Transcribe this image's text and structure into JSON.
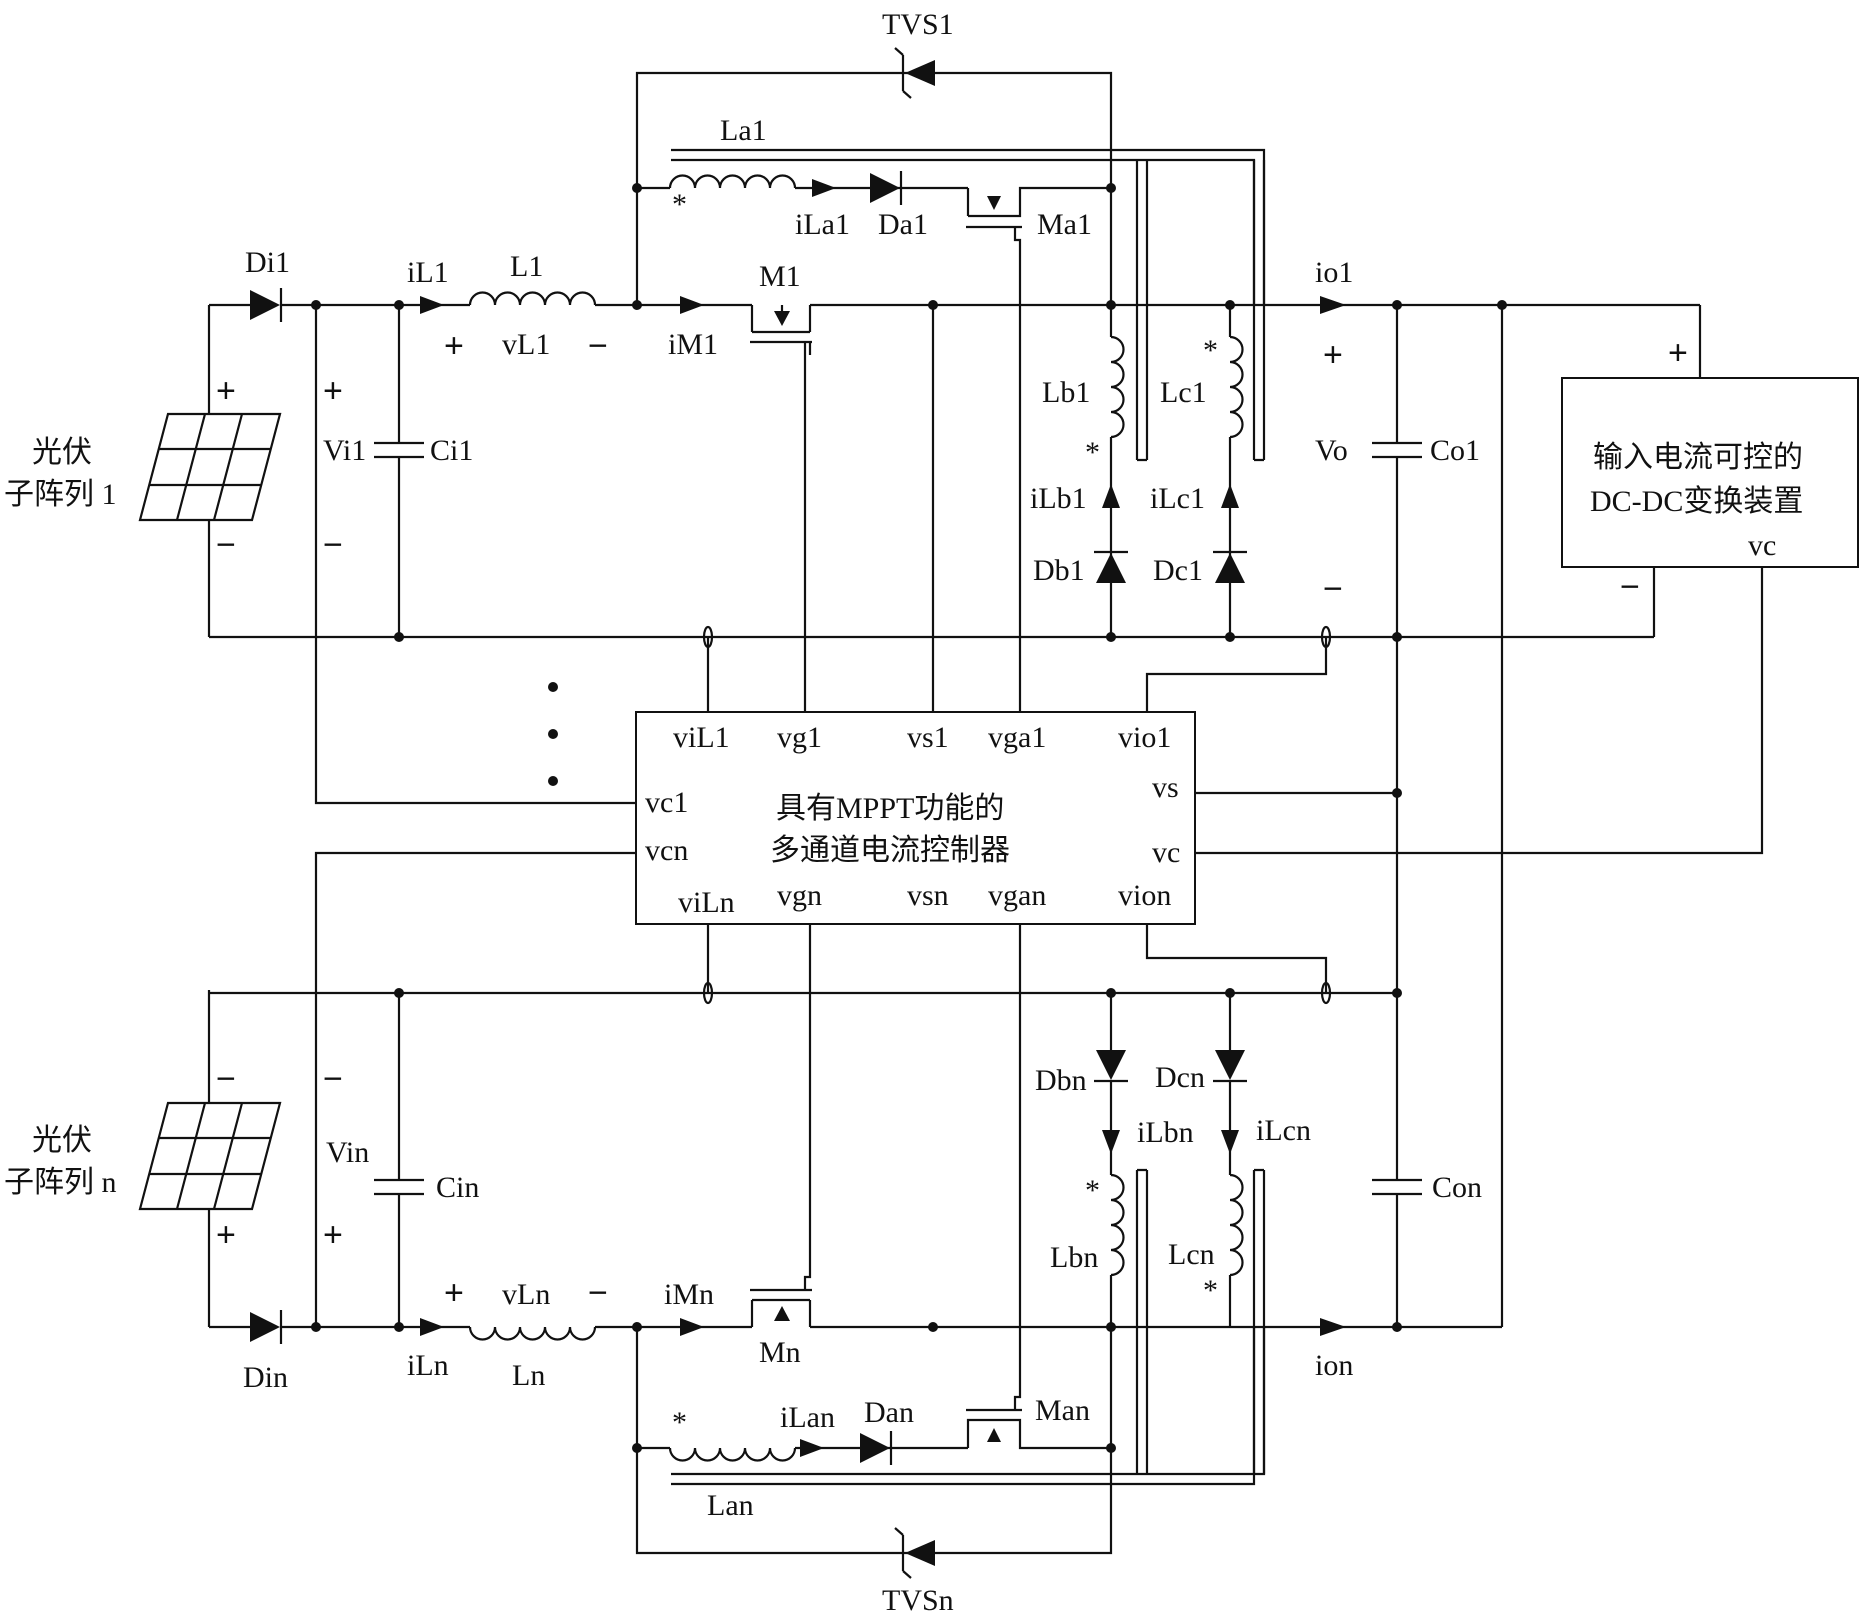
{
  "labels": {
    "tvs1": "TVS1",
    "tvsn": "TVSn",
    "la1": "La1",
    "lan": "Lan",
    "ila1": "iLa1",
    "da1": "Da1",
    "ma1": "Ma1",
    "ilan": "iLan",
    "dan": "Dan",
    "man": "Man",
    "di1": "Di1",
    "din": "Din",
    "il1": "iL1",
    "l1": "L1",
    "vl1": "vL1",
    "m1": "M1",
    "im1": "iM1",
    "iln": "iLn",
    "ln": "Ln",
    "vln": "vLn",
    "mn": "Mn",
    "imn": "iMn",
    "vi1": "Vi1",
    "ci1": "Ci1",
    "vin": "Vin",
    "cin": "Cin",
    "pv1_line1": "光伏",
    "pv1_line2": "子阵列 1",
    "pvn_line1": "光伏",
    "pvn_line2": "子阵列 n",
    "lb1": "Lb1",
    "lc1": "Lc1",
    "ilb1": "iLb1",
    "ilc1": "iLc1",
    "db1": "Db1",
    "dc1": "Dc1",
    "lbn": "Lbn",
    "lcn": "Lcn",
    "ilbn": "iLbn",
    "ilcn": "iLcn",
    "dbn": "Dbn",
    "dcn": "Dcn",
    "io1": "io1",
    "ion": "ion",
    "vo": "Vo",
    "co1": "Co1",
    "con": "Con",
    "plus": "+",
    "minus": "−",
    "star": "*"
  },
  "dcdc": {
    "line1": "输入电流可控的",
    "line2": "DC-DC变换装置",
    "pin_vc": "vc"
  },
  "controller": {
    "line1": "具有MPPT功能的",
    "line2": "多通道电流控制器",
    "pins": {
      "vil1": "viL1",
      "vg1": "vg1",
      "vs1": "vs1",
      "vga1": "vga1",
      "vio1": "vio1",
      "vc1": "vc1",
      "vcn": "vcn",
      "vs": "vs",
      "vc": "vc",
      "viln": "viLn",
      "vgn": "vgn",
      "vsn": "vsn",
      "vgan": "vgan",
      "vion": "vion"
    }
  }
}
